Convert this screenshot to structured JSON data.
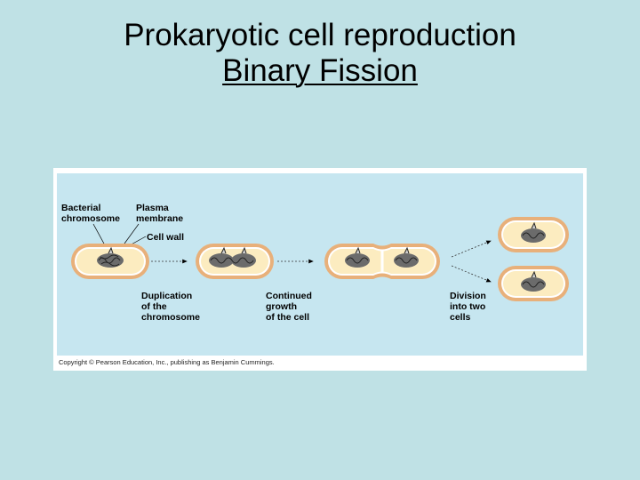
{
  "slide": {
    "title": "Prokaryotic cell reproduction",
    "subtitle": "Binary Fission"
  },
  "figure": {
    "labels": {
      "bacterial_chromosome": [
        "Bacterial",
        "chromosome"
      ],
      "plasma_membrane": [
        "Plasma",
        "membrane"
      ],
      "cell_wall": "Cell wall"
    },
    "steps": [
      [
        "Duplication",
        "of the",
        "chromosome"
      ],
      [
        "Continued",
        "growth",
        "of the cell"
      ],
      [
        "Division",
        "into two",
        "cells"
      ]
    ],
    "copyright": "Copyright © Pearson Education, Inc., publishing as Benjamin Cummings.",
    "colors": {
      "cell_wall": "#e8b07a",
      "cell_fill": "#fcecc0",
      "membrane": "#ffffff",
      "chromosome": "#555555",
      "panel": "#c6e6f0"
    }
  }
}
